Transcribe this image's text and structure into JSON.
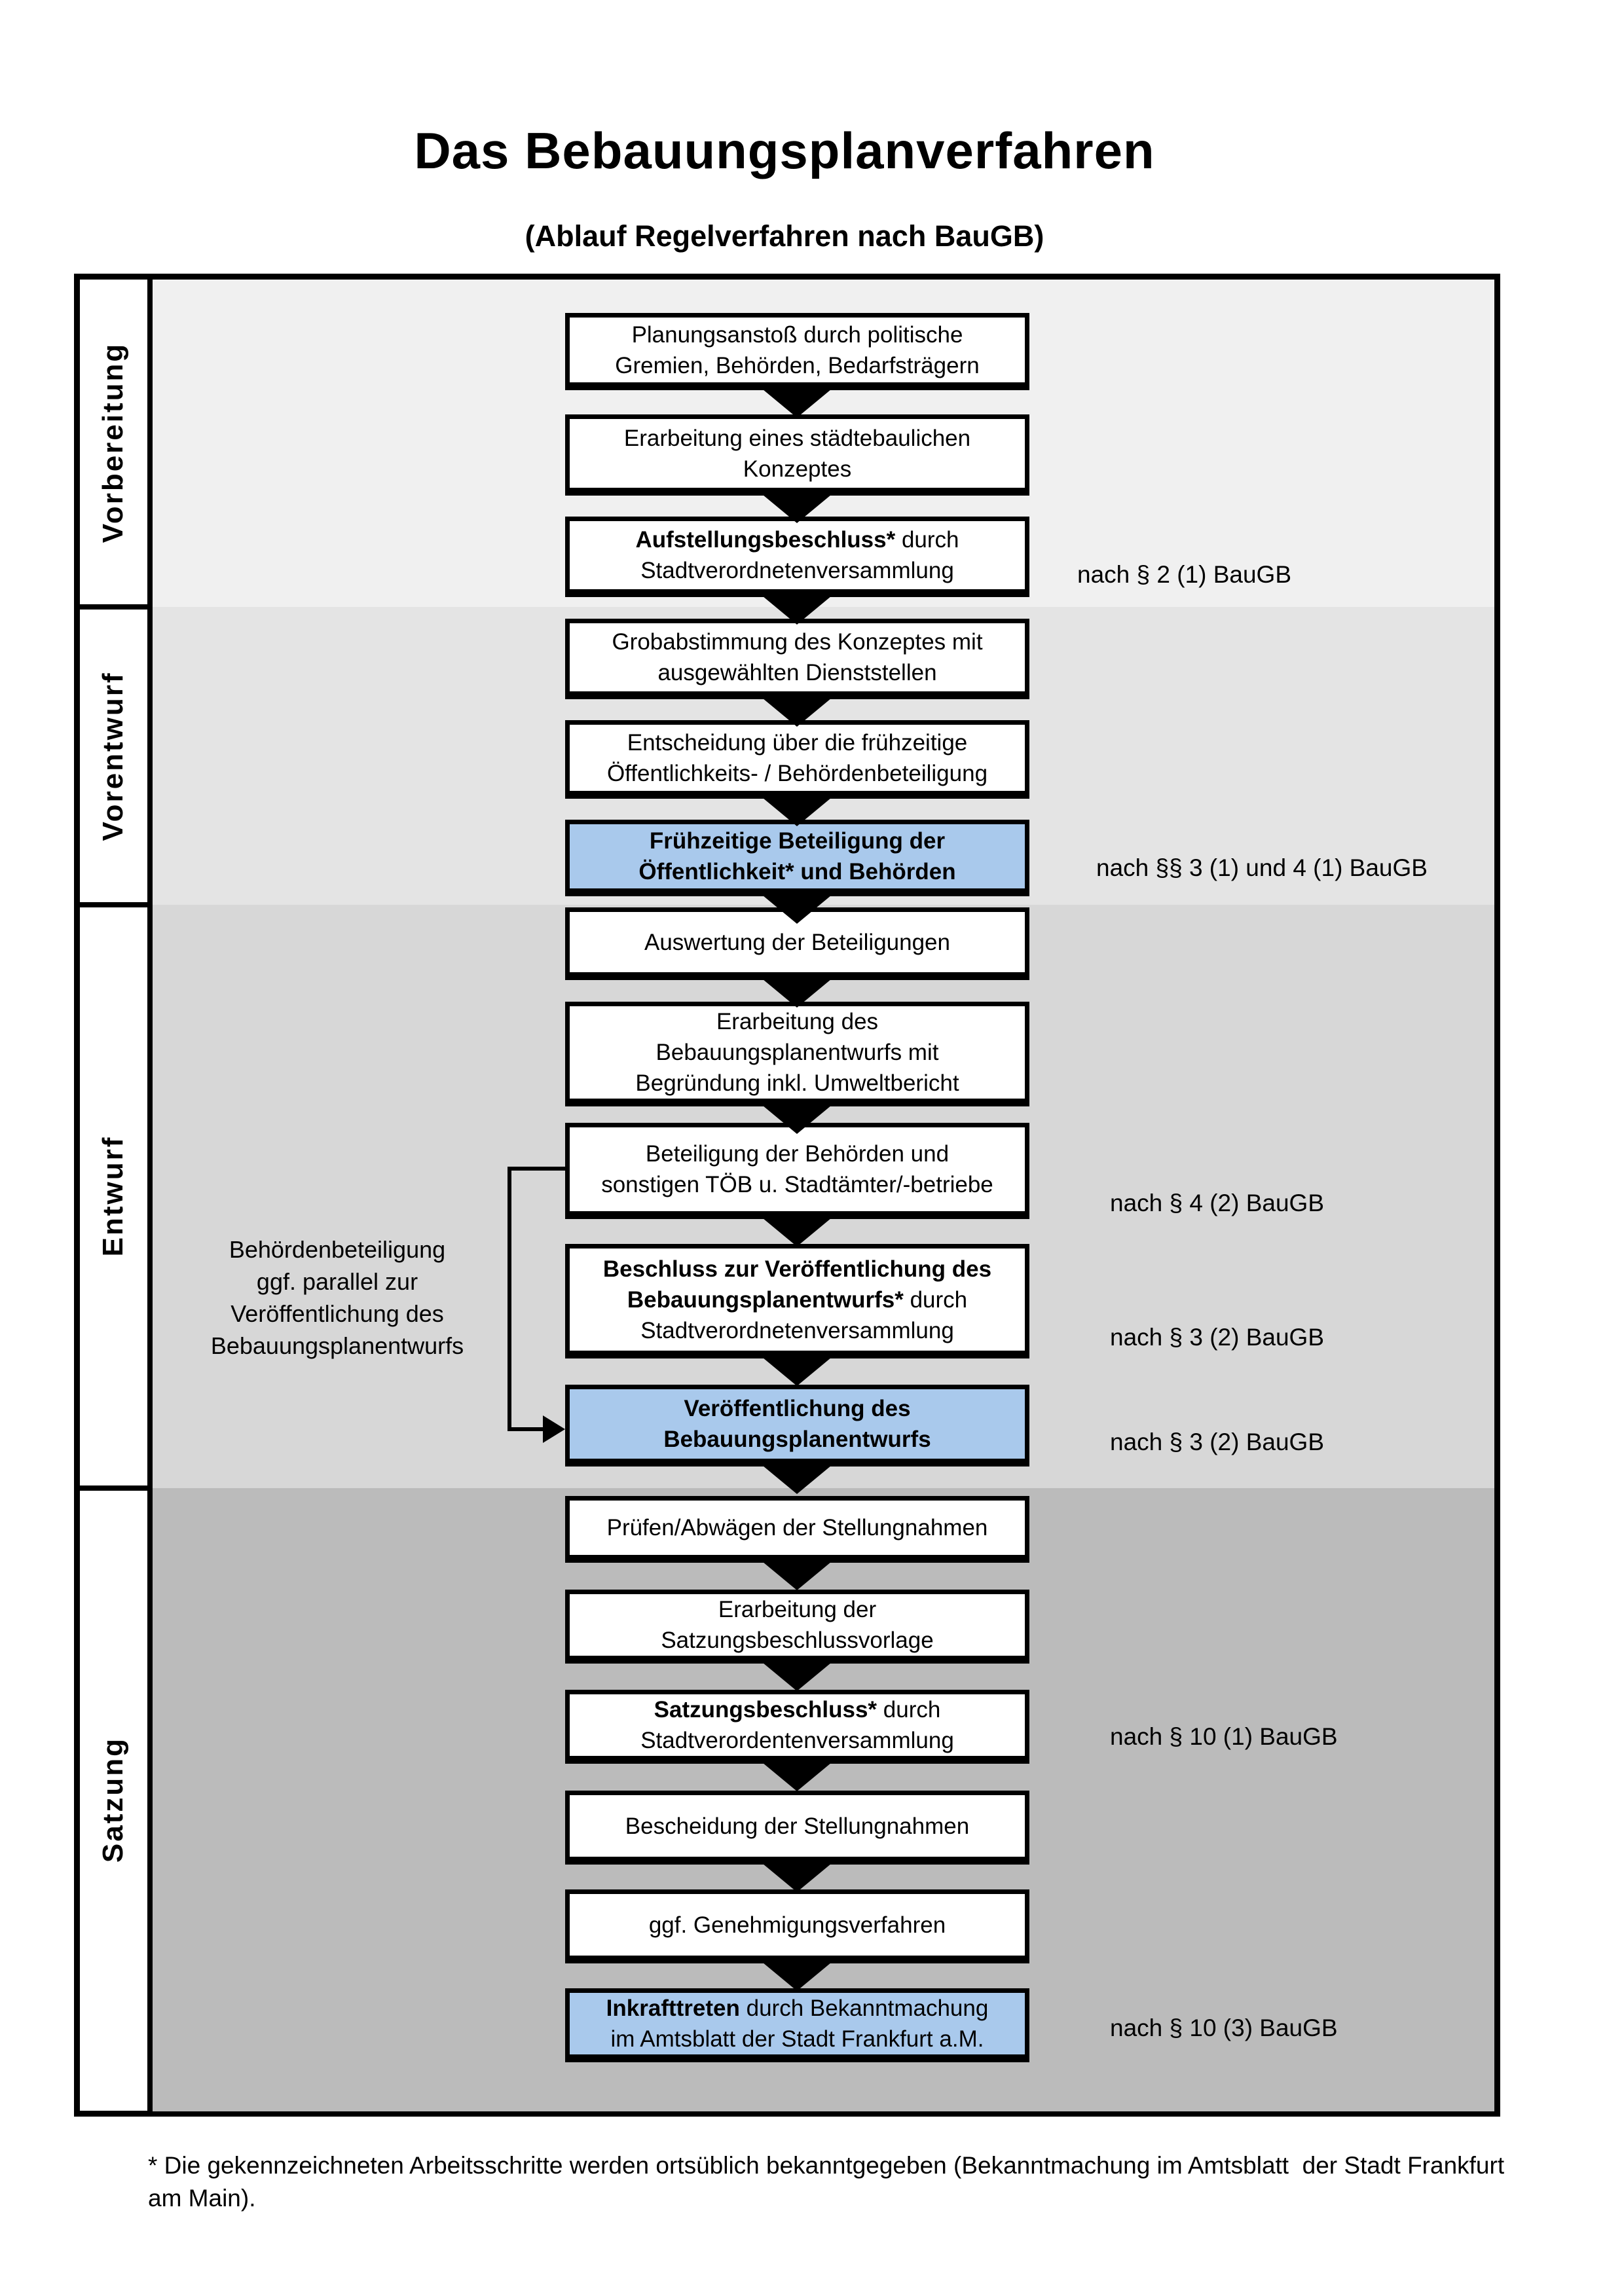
{
  "title": "Das Bebauungsplanverfahren",
  "subtitle": "(Ablauf Regelverfahren nach BauGB)",
  "phases": [
    {
      "label": "Vorbereitung"
    },
    {
      "label": "Vorentwurf"
    },
    {
      "label": "Entwurf"
    },
    {
      "label": "Satzung"
    }
  ],
  "steps": [
    {
      "highlighted": false,
      "lines": [
        [
          {
            "t": "Planungsanstoß durch politische",
            "b": false
          }
        ],
        [
          {
            "t": "Gremien, Behörden, Bedarfsträgern",
            "b": false
          }
        ]
      ]
    },
    {
      "highlighted": false,
      "lines": [
        [
          {
            "t": "Erarbeitung eines städtebaulichen",
            "b": false
          }
        ],
        [
          {
            "t": "Konzeptes",
            "b": false
          }
        ]
      ]
    },
    {
      "highlighted": false,
      "lines": [
        [
          {
            "t": "Aufstellungsbeschluss*",
            "b": true
          },
          {
            "t": " durch",
            "b": false
          }
        ],
        [
          {
            "t": "Stadtverordnetenversammlung",
            "b": false
          }
        ]
      ]
    },
    {
      "highlighted": false,
      "lines": [
        [
          {
            "t": "Grobabstimmung des Konzeptes mit",
            "b": false
          }
        ],
        [
          {
            "t": "ausgewählten Dienststellen",
            "b": false
          }
        ]
      ]
    },
    {
      "highlighted": false,
      "lines": [
        [
          {
            "t": "Entscheidung über die frühzeitige",
            "b": false
          }
        ],
        [
          {
            "t": "Öffentlichkeits- / Behördenbeteiligung",
            "b": false
          }
        ]
      ]
    },
    {
      "highlighted": true,
      "lines": [
        [
          {
            "t": "Frühzeitige Beteiligung der",
            "b": true
          }
        ],
        [
          {
            "t": "Öffentlichkeit* und Behörden",
            "b": true
          }
        ]
      ]
    },
    {
      "highlighted": false,
      "lines": [
        [
          {
            "t": "Auswertung der Beteiligungen",
            "b": false
          }
        ]
      ]
    },
    {
      "highlighted": false,
      "lines": [
        [
          {
            "t": "Erarbeitung des",
            "b": false
          }
        ],
        [
          {
            "t": "Bebauungsplanentwurfs mit",
            "b": false
          }
        ],
        [
          {
            "t": "Begründung inkl. Umweltbericht",
            "b": false
          }
        ]
      ]
    },
    {
      "highlighted": false,
      "lines": [
        [
          {
            "t": "Beteiligung der Behörden und",
            "b": false
          }
        ],
        [
          {
            "t": "sonstigen TÖB u. Stadtämter/-betriebe",
            "b": false
          }
        ]
      ]
    },
    {
      "highlighted": false,
      "lines": [
        [
          {
            "t": "Beschluss zur Veröffentlichung des",
            "b": true
          }
        ],
        [
          {
            "t": "Bebauungsplanentwurfs*",
            "b": true
          },
          {
            "t": " durch",
            "b": false
          }
        ],
        [
          {
            "t": "Stadtverordnetenversammlung",
            "b": false
          }
        ]
      ]
    },
    {
      "highlighted": true,
      "lines": [
        [
          {
            "t": "Veröffentlichung des",
            "b": true
          }
        ],
        [
          {
            "t": "Bebauungsplanentwurfs",
            "b": true
          }
        ]
      ]
    },
    {
      "highlighted": false,
      "lines": [
        [
          {
            "t": "Prüfen/Abwägen der Stellungnahmen",
            "b": false
          }
        ]
      ]
    },
    {
      "highlighted": false,
      "lines": [
        [
          {
            "t": "Erarbeitung der",
            "b": false
          }
        ],
        [
          {
            "t": "Satzungsbeschlussvorlage",
            "b": false
          }
        ]
      ]
    },
    {
      "highlighted": false,
      "lines": [
        [
          {
            "t": "Satzungsbeschluss*",
            "b": true
          },
          {
            "t": " durch",
            "b": false
          }
        ],
        [
          {
            "t": "Stadtverordentenversammlung",
            "b": false
          }
        ]
      ]
    },
    {
      "highlighted": false,
      "lines": [
        [
          {
            "t": "Bescheidung der Stellungnahmen",
            "b": false
          }
        ]
      ]
    },
    {
      "highlighted": false,
      "lines": [
        [
          {
            "t": "ggf. Genehmigungsverfahren",
            "b": false
          }
        ]
      ]
    },
    {
      "highlighted": true,
      "lines": [
        [
          {
            "t": "Inkrafttreten",
            "b": true
          },
          {
            "t": " durch Bekanntmachung",
            "b": false
          }
        ],
        [
          {
            "t": "im Amtsblatt der Stadt Frankfurt a.M.",
            "b": false
          }
        ]
      ]
    }
  ],
  "law_refs": [
    {
      "text": "nach § 2 (1) BauGB",
      "step": 3
    },
    {
      "text": "nach §§ 3 (1) und 4 (1) BauGB",
      "step": 6
    },
    {
      "text": "nach § 4 (2) BauGB",
      "step": 9
    },
    {
      "text": "nach § 3 (2) BauGB",
      "step": 10
    },
    {
      "text": "nach § 3 (2) BauGB",
      "step": 11
    },
    {
      "text": "nach § 10 (1) BauGB",
      "step": 14
    },
    {
      "text": "nach § 10 (3) BauGB",
      "step": 17
    }
  ],
  "annotation": {
    "lines": [
      "Behördenbeteiligung",
      "ggf. parallel zur",
      "Veröffentlichung des",
      "Bebauungsplanentwurfs"
    ]
  },
  "footnote": "* Die gekennzeichneten Arbeitsschritte werden ortsüblich bekanntgegeben (Bekanntmachung im Amtsblatt  der Stadt Frankfurt am Main).",
  "colors": {
    "highlight": "#A9C9EC",
    "box_background": "#FFFFFF",
    "line": "#000000",
    "phase_backgrounds": [
      "#F0F0F0",
      "#E4E4E4",
      "#D7D7D7",
      "#BBBBBB"
    ]
  }
}
